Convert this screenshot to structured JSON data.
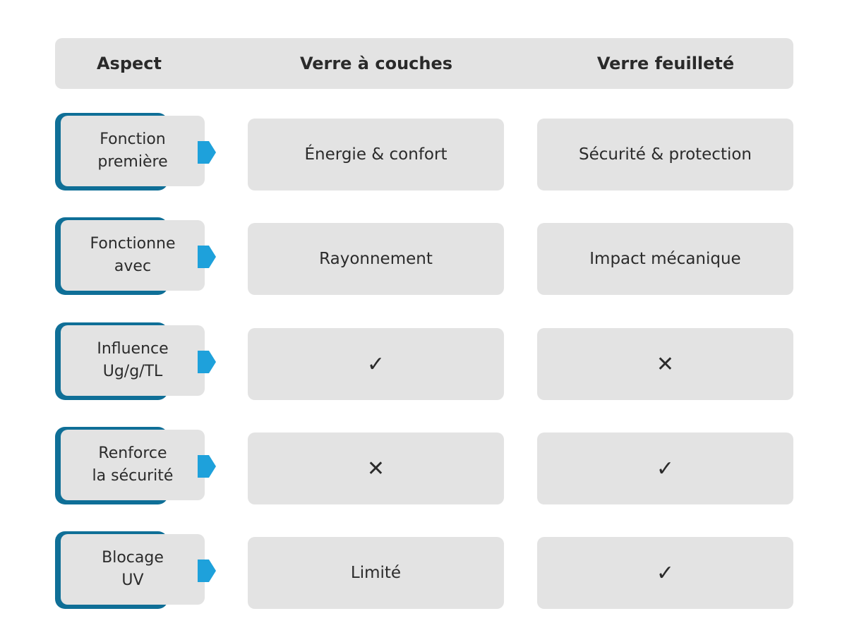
{
  "colors": {
    "panel": "#e3e3e3",
    "accent_border": "#0f6f97",
    "pointer": "#1ea1db",
    "text": "#2b2b2b"
  },
  "header": {
    "aspect": "Aspect",
    "col1": "Verre à couches",
    "col2": "Verre feuilleté"
  },
  "rows": [
    {
      "aspect": "Fonction\npremière",
      "col1": "Énergie & confort",
      "col2": "Sécurité & protection"
    },
    {
      "aspect": "Fonctionne\navec",
      "col1": "Rayonnement",
      "col2": "Impact mécanique"
    },
    {
      "aspect": "Influence\nUg/g/TL",
      "col1": "✓",
      "col2": "✕"
    },
    {
      "aspect": "Renforce\nla sécurité",
      "col1": "✕",
      "col2": "✓"
    },
    {
      "aspect": "Blocage\nUV",
      "col1": "Limité",
      "col2": "✓"
    }
  ]
}
